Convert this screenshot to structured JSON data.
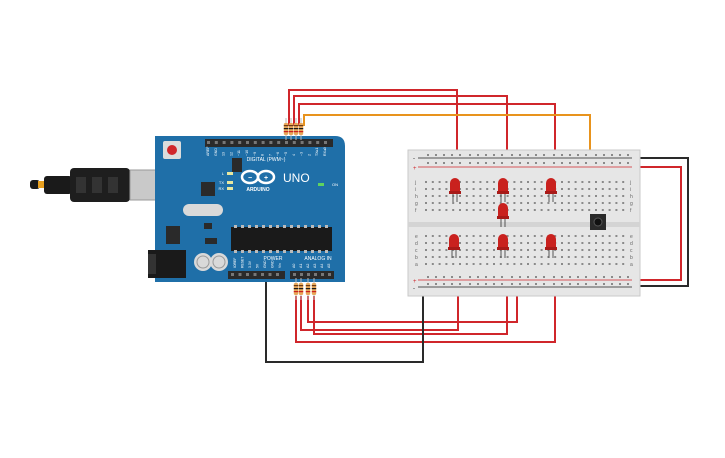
{
  "arduino": {
    "brand": "ARDUINO",
    "model": "UNO",
    "on_label": "ON",
    "digital_header": "DIGITAL (PWM~)",
    "analog_header": "ANALOG IN",
    "power_header": "POWER",
    "tx_label": "TX",
    "rx_label": "RX",
    "l_label": "L",
    "digital_pins": [
      "AREF",
      "GND",
      "13",
      "12",
      "~11",
      "~10",
      "~9",
      "8",
      "7",
      "~6",
      "~5",
      "4",
      "~3",
      "2",
      "TX▸1",
      "RX◂0"
    ],
    "power_pins": [
      "IOREF",
      "RESET",
      "3.3V",
      "5V",
      "GND",
      "GND",
      "Vin"
    ],
    "analog_pins": [
      "A0",
      "A1",
      "A2",
      "A3",
      "A4",
      "A5"
    ]
  },
  "breadboard": {
    "row_letters_top": [
      "j",
      "i",
      "h",
      "g",
      "f"
    ],
    "row_letters_bottom": [
      "e",
      "d",
      "c",
      "b",
      "a"
    ],
    "rail_plus": "+",
    "rail_minus": "-"
  },
  "colors": {
    "board": "#1f6fa8",
    "board_dark": "#175a8a",
    "breadboard": "#e6e6e6",
    "wire_red": "#d0262b",
    "wire_orange": "#e8931d",
    "wire_black": "#2a2a2a",
    "led": "#c9211e"
  },
  "icons": {
    "usb": "usb-cable-icon",
    "infinity": "arduino-infinity-logo"
  }
}
